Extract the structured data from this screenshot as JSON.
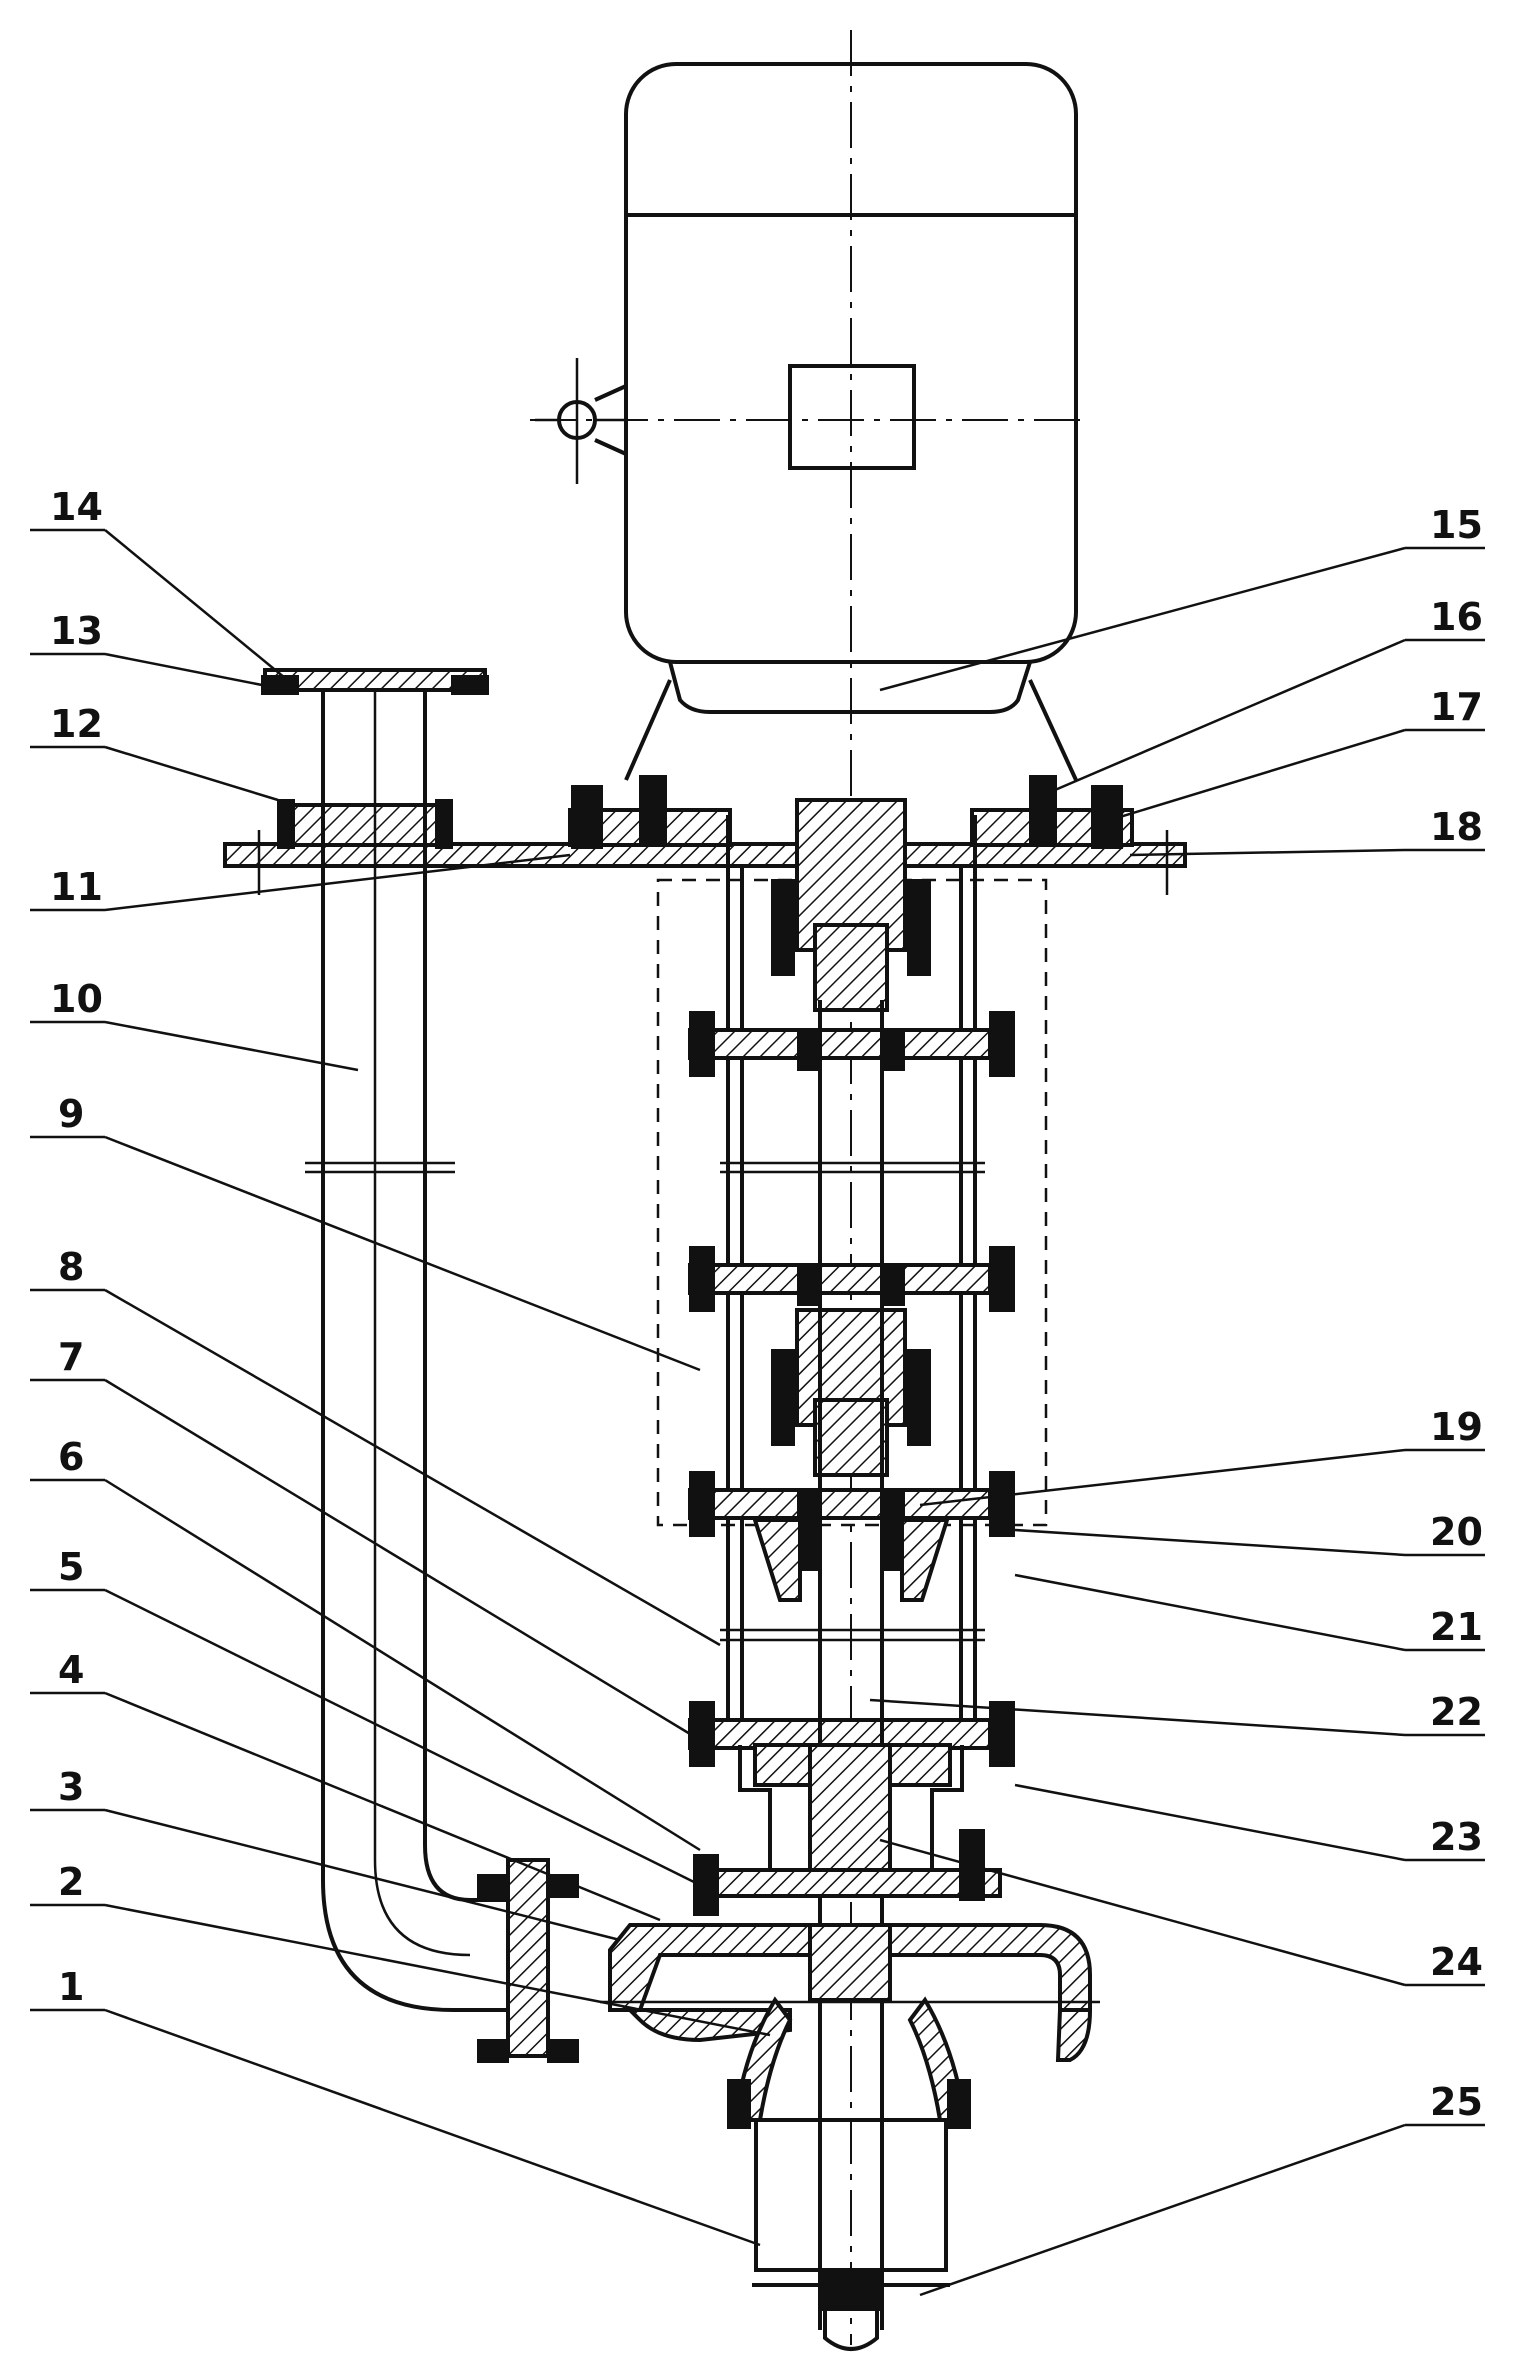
{
  "callouts": [
    {
      "id": "1",
      "text": "1"
    },
    {
      "id": "2",
      "text": "2"
    },
    {
      "id": "3",
      "text": "3"
    },
    {
      "id": "4",
      "text": "4"
    },
    {
      "id": "5",
      "text": "5"
    },
    {
      "id": "6",
      "text": "6"
    },
    {
      "id": "7",
      "text": "7"
    },
    {
      "id": "8",
      "text": "8"
    },
    {
      "id": "9",
      "text": "9"
    },
    {
      "id": "10",
      "text": "10"
    },
    {
      "id": "11",
      "text": "11"
    },
    {
      "id": "12",
      "text": "12"
    },
    {
      "id": "13",
      "text": "13"
    },
    {
      "id": "14",
      "text": "14"
    },
    {
      "id": "15",
      "text": "15"
    },
    {
      "id": "16",
      "text": "16"
    },
    {
      "id": "17",
      "text": "17"
    },
    {
      "id": "18",
      "text": "18"
    },
    {
      "id": "19",
      "text": "19"
    },
    {
      "id": "20",
      "text": "20"
    },
    {
      "id": "21",
      "text": "21"
    },
    {
      "id": "22",
      "text": "22"
    },
    {
      "id": "23",
      "text": "23"
    },
    {
      "id": "24",
      "text": "24"
    },
    {
      "id": "25",
      "text": "25"
    }
  ],
  "colors": {
    "ink": "#111111",
    "paper": "#ffffff"
  }
}
